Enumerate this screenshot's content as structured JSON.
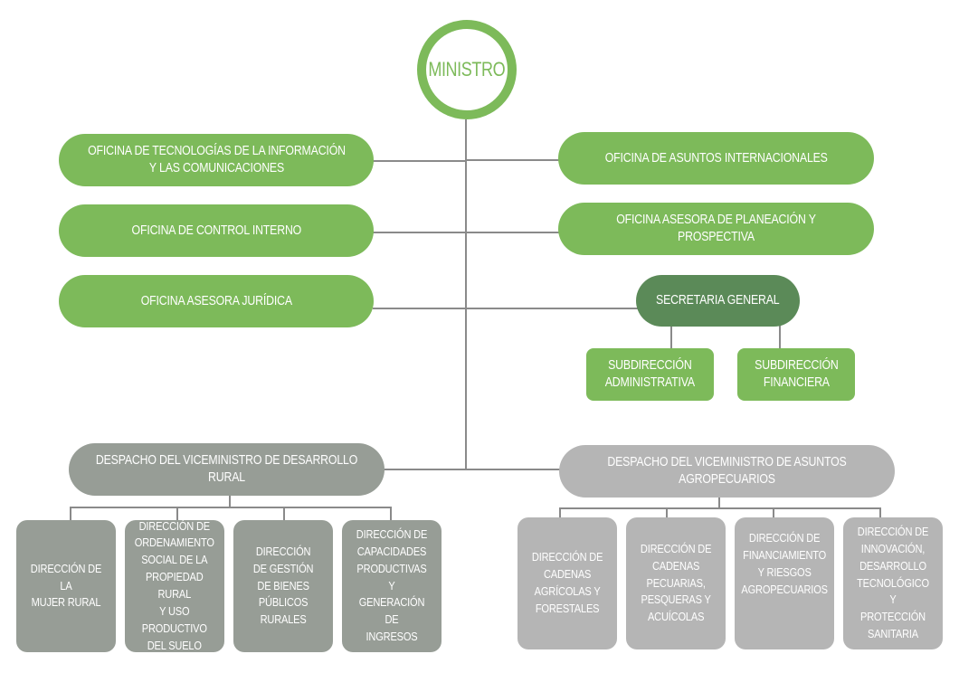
{
  "title": "Organigrama Ministerio",
  "colors": {
    "green": "#7dba5a",
    "dark_green": "#5b8a58",
    "gray": "#979d96",
    "light_gray": "#b5b5b5",
    "line": "#8a8a8a"
  },
  "root": {
    "label": "MINISTRO"
  },
  "left_offices": [
    {
      "label": "OFICINA DE TECNOLOGÍAS DE LA INFORMACIÓN\nY LAS COMUNICACIONES"
    },
    {
      "label": "OFICINA DE CONTROL INTERNO"
    },
    {
      "label": "OFICINA ASESORA JURÍDICA"
    }
  ],
  "right_offices": [
    {
      "label": "OFICINA DE ASUNTOS INTERNACIONALES"
    },
    {
      "label": "OFICINA ASESORA DE PLANEACIÓN Y PROSPECTIVA"
    }
  ],
  "secretaria": {
    "label": "SECRETARIA GENERAL",
    "children": [
      {
        "label": "SUBDIRECCIÓN\nADMINISTRATIVA"
      },
      {
        "label": "SUBDIRECCIÓN\nFINANCIERA"
      }
    ]
  },
  "vice_rural": {
    "label": "DESPACHO DEL VICEMINISTRO DE DESARROLLO RURAL",
    "children": [
      {
        "label": "DIRECCIÓN DE LA\nMUJER RURAL"
      },
      {
        "label": "DIRECCIÓN DE\nORDENAMIENTO\nSOCIAL DE LA\nPROPIEDAD RURAL\nY USO PRODUCTIVO\nDEL SUELO"
      },
      {
        "label": "DIRECCIÓN\nDE GESTIÓN\nDE BIENES\nPÚBLICOS\nRURALES"
      },
      {
        "label": "DIRECCIÓN DE\nCAPACIDADES\nPRODUCTIVAS Y\nGENERACIÓN DE\nINGRESOS"
      }
    ]
  },
  "vice_agro": {
    "label": "DESPACHO DEL VICEMINISTRO DE ASUNTOS AGROPECUARIOS",
    "children": [
      {
        "label": "DIRECCIÓN DE\nCADENAS\nAGRÍCOLAS Y\nFORESTALES"
      },
      {
        "label": "DIRECCIÓN DE\nCADENAS\nPECUARIAS,\nPESQUERAS Y\nACUÍCOLAS"
      },
      {
        "label": "DIRECCIÓN DE\nFINANCIAMIENTO\nY RIESGOS\nAGROPECUARIOS"
      },
      {
        "label": "DIRECCIÓN DE\nINNOVACIÓN,\nDESARROLLO\nTECNOLÓGICO Y\nPROTECCIÓN\nSANITARIA"
      }
    ]
  }
}
